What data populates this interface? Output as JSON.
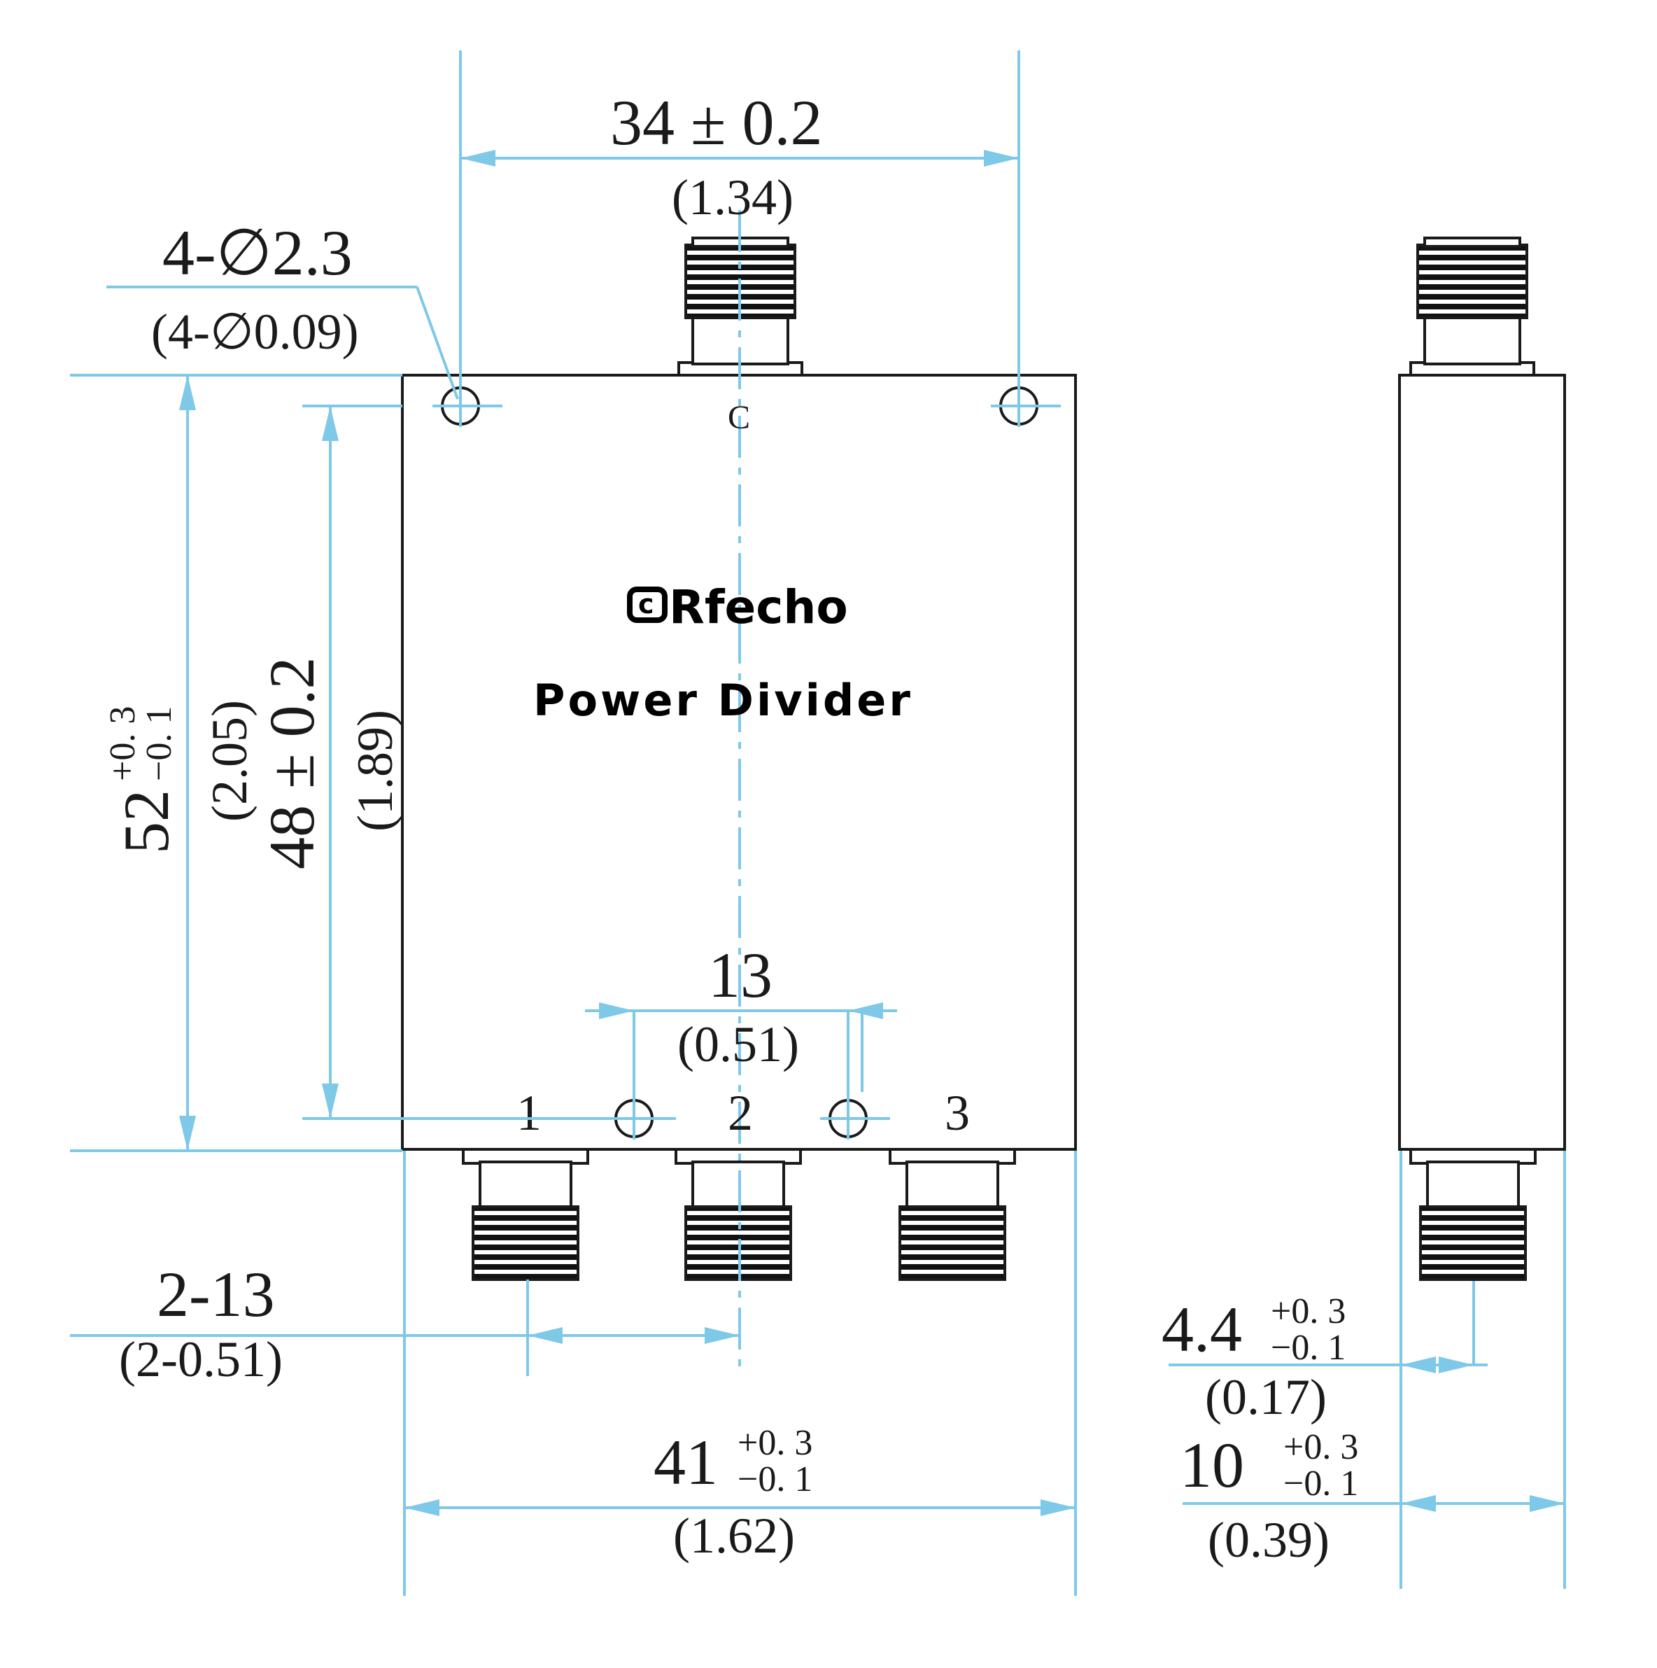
{
  "drawing": {
    "brand": "Rfecho",
    "product": "Power Divider",
    "port_labels": [
      "1",
      "2",
      "3"
    ],
    "centerline_mark": "C",
    "dimensions": {
      "top_width": "34 ± 0.2",
      "top_width_in": "(1.34)",
      "holes": "4-∅2.3",
      "holes_in": "(4-∅0.09)",
      "height_total_main": "52",
      "height_total_tol_plus": "+0. 3",
      "height_total_tol_minus": "−0. 1",
      "height_total_in": "(2.05)",
      "height_holes": "48 ± 0.2",
      "height_holes_in": "(1.89)",
      "port_pitch": "13",
      "port_pitch_in": "(0.51)",
      "port_spacing": "2-13",
      "port_spacing_in": "(2-0.51)",
      "body_width_main": "41",
      "body_width_tol_plus": "+0. 3",
      "body_width_tol_minus": "−0. 1",
      "body_width_in": "(1.62)",
      "connector_offset_main": "4.4",
      "connector_offset_tol_plus": "+0. 3",
      "connector_offset_tol_minus": "−0. 1",
      "connector_offset_in": "(0.17)",
      "thickness_main": "10",
      "thickness_tol_plus": "+0. 3",
      "thickness_tol_minus": "−0. 1",
      "thickness_in": "(0.39)"
    }
  }
}
